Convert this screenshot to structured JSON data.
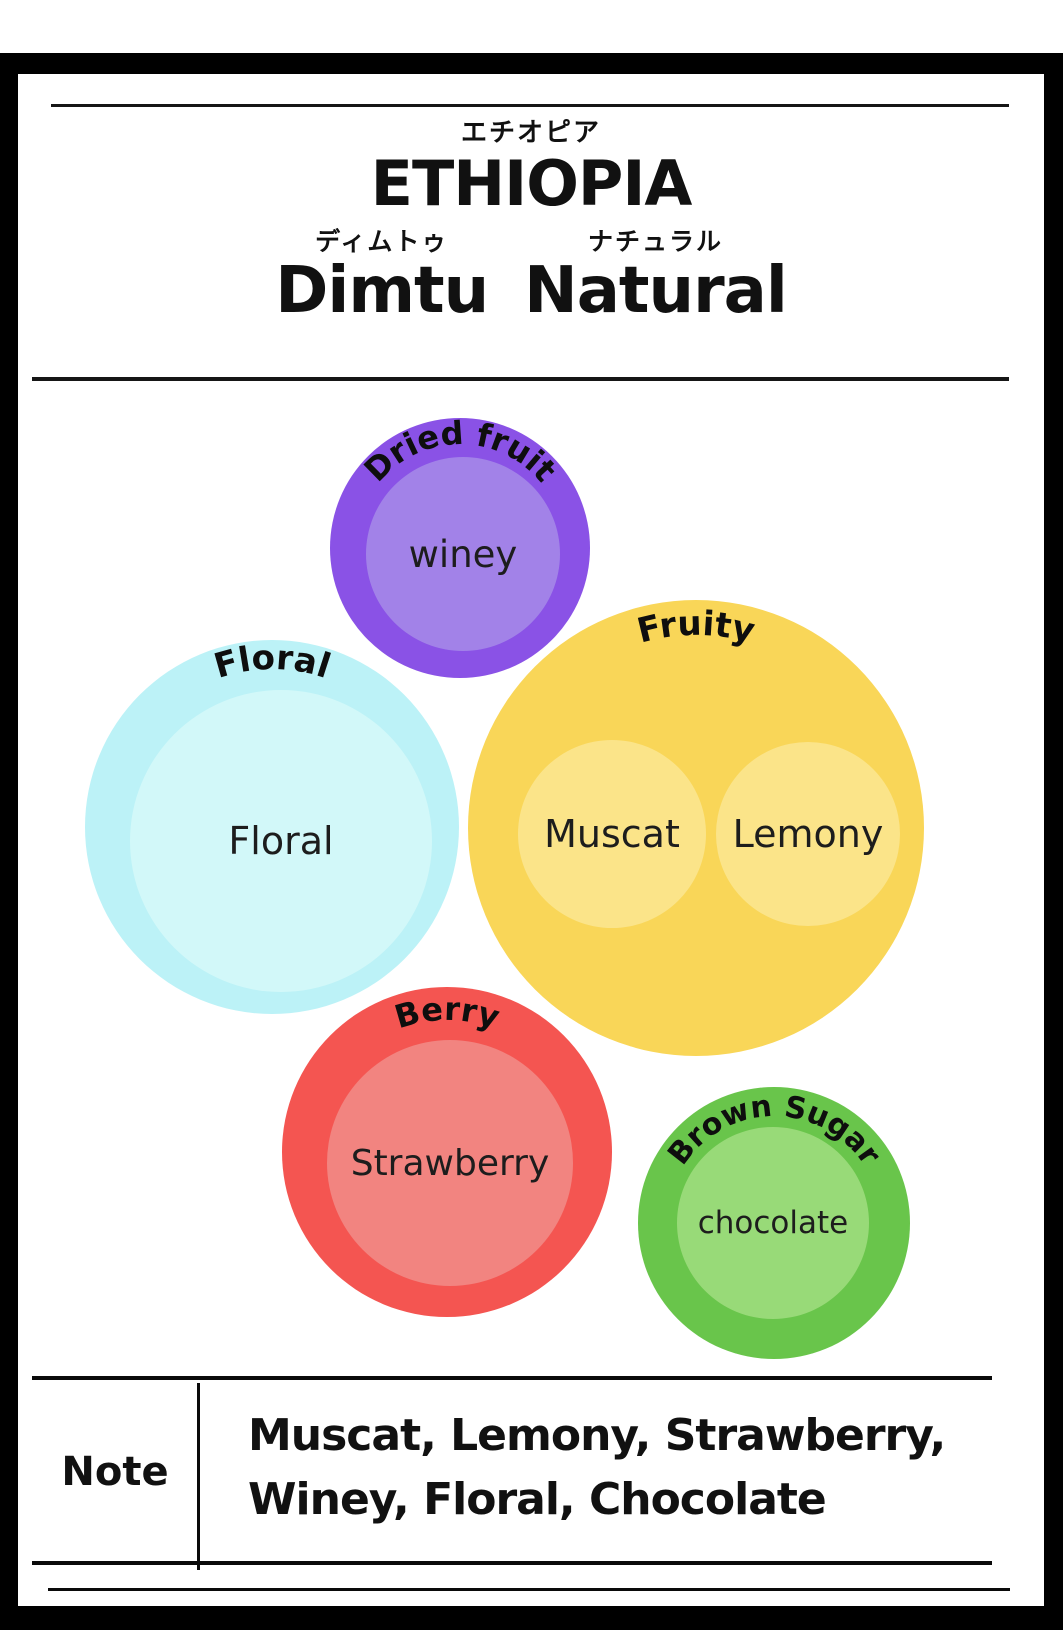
{
  "header": {
    "title_furigana": "エチオピア",
    "title": "ETHIOPIA",
    "subtitle_words": [
      {
        "furigana": "ディムトゥ",
        "text": "Dimtu"
      },
      {
        "furigana": "ナチュラル",
        "text": "Natural"
      }
    ]
  },
  "bubbles": [
    {
      "id": "dried-fruit",
      "category": "Dried fruit",
      "items": [
        "winey"
      ],
      "outer_color": "#8a52e6",
      "inner_color": "#a282e8"
    },
    {
      "id": "floral",
      "category": "Floral",
      "items": [
        "Floral"
      ],
      "outer_color": "#bcf2f7",
      "inner_color": "#d2f8f9"
    },
    {
      "id": "fruity",
      "category": "Fruity",
      "items": [
        "Muscat",
        "Lemony"
      ],
      "outer_color": "#f9d658",
      "inner_color": "#fbe489"
    },
    {
      "id": "berry",
      "category": "Berry",
      "items": [
        "Strawberry"
      ],
      "outer_color": "#f45551",
      "inner_color": "#f28480"
    },
    {
      "id": "brown-sugar",
      "category": "Brown Sugar",
      "items": [
        "chocolate"
      ],
      "outer_color": "#69c54b",
      "inner_color": "#98da78"
    }
  ],
  "note": {
    "label": "Note",
    "lines": [
      "Muscat, Lemony, Strawberry,",
      "Winey, Floral, Chocolate"
    ]
  }
}
